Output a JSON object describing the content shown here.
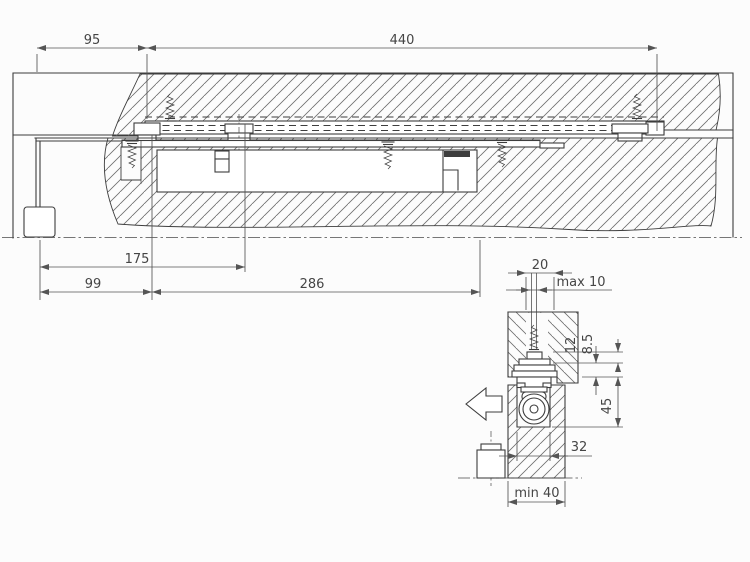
{
  "drawing": {
    "kind": "door-closer-installation-section",
    "views": [
      "horizontal-section-main",
      "vertical-section-side"
    ]
  },
  "main_view": {
    "dim_95": "95",
    "dim_440": "440",
    "dim_175": "175",
    "dim_99": "99",
    "dim_286": "286"
  },
  "side_view": {
    "dim_rail_width": "20",
    "dim_max_offset": "max 10",
    "dim_12": "12",
    "dim_8_5": "8.5",
    "dim_45": "45",
    "dim_32": "32",
    "dim_min_door": "min 40"
  },
  "colors": {
    "background": "#fcfcfc",
    "line": "#3d3d3d",
    "dimension": "#555555",
    "text": "#454545",
    "hatch": "#6f6f6f"
  }
}
